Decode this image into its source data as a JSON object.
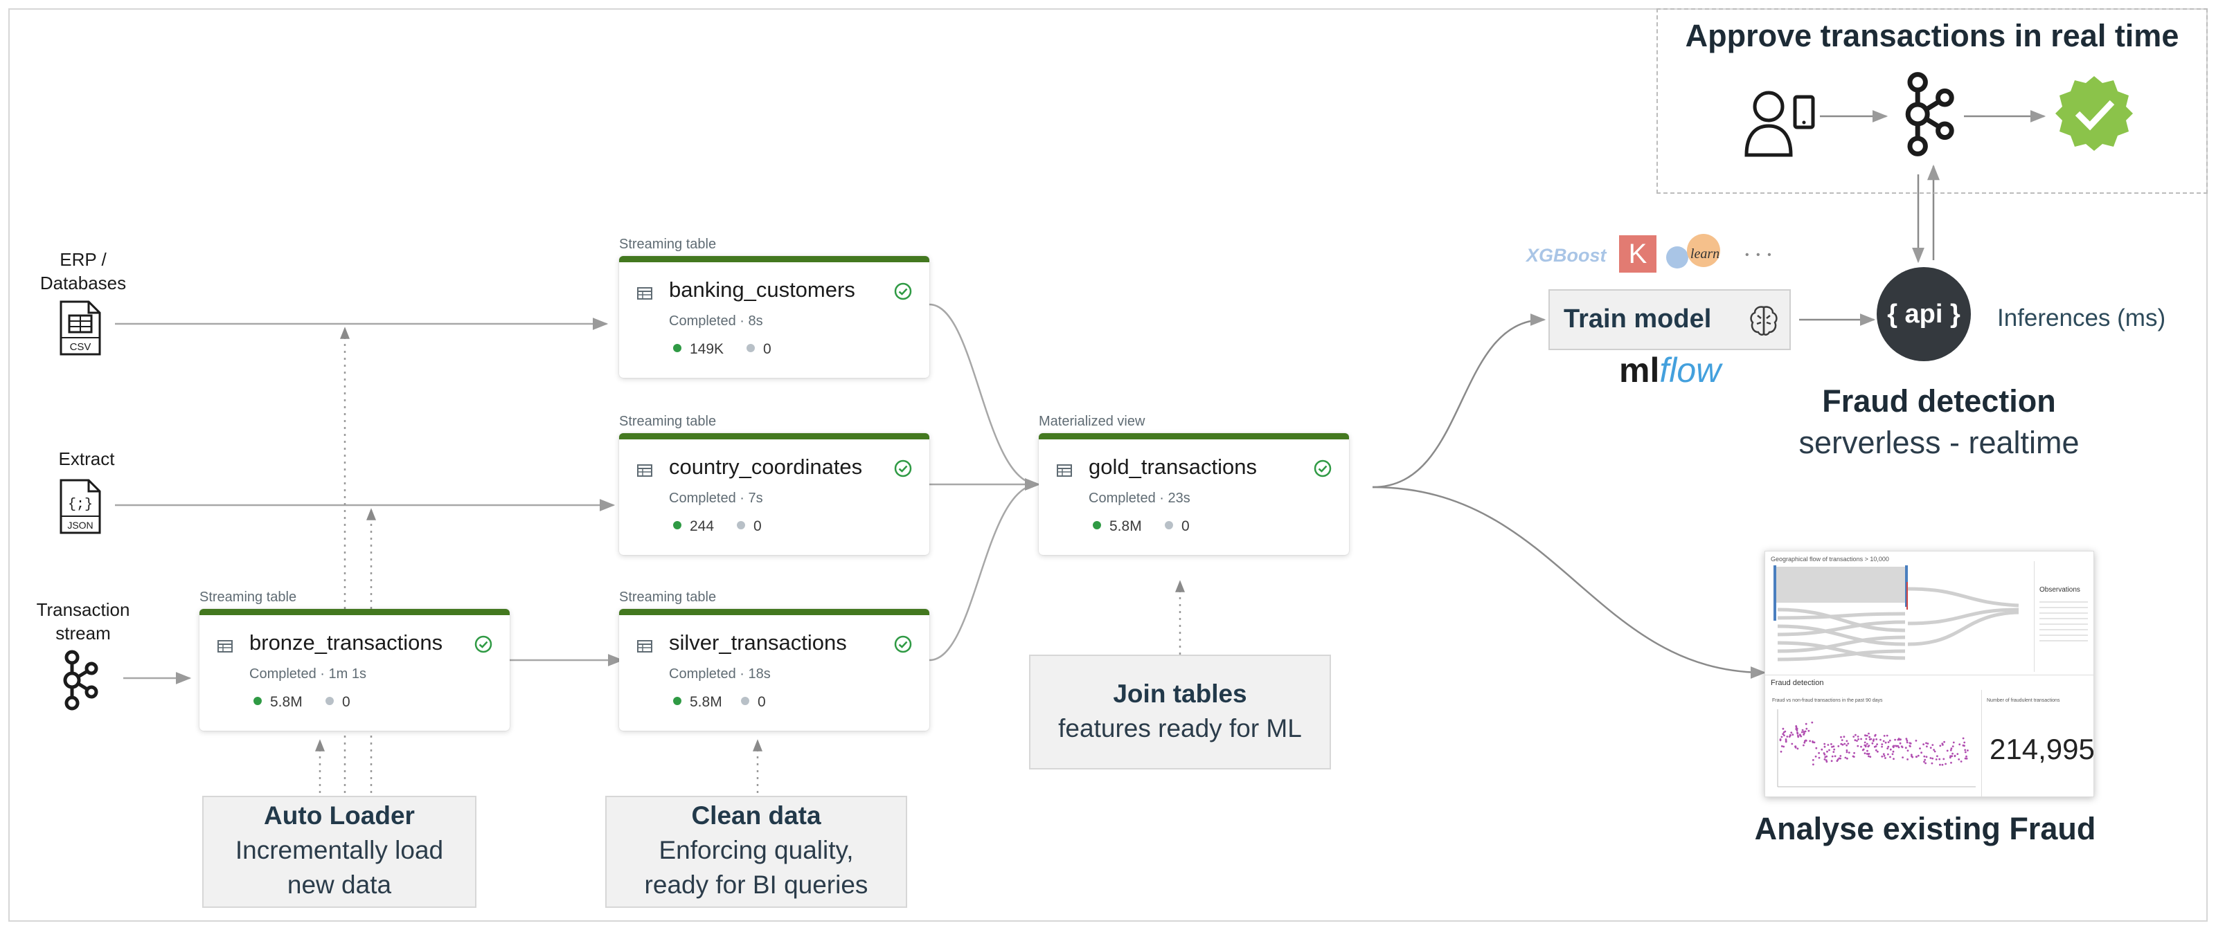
{
  "sources": {
    "erp": "ERP /\nDatabases",
    "csv_badge": "CSV",
    "extract": "Extract",
    "json_glyph": "{;}",
    "json_badge": "JSON",
    "stream": "Transaction\nstream"
  },
  "tables": [
    {
      "type": "Streaming table",
      "name": "banking_customers",
      "status": "Completed · 8s",
      "rows": "149K",
      "dropped": "0"
    },
    {
      "type": "Streaming table",
      "name": "country_coordinates",
      "status": "Completed · 7s",
      "rows": "244",
      "dropped": "0"
    },
    {
      "type": "Streaming table",
      "name": "silver_transactions",
      "status": "Completed · 18s",
      "rows": "5.8M",
      "dropped": "0"
    },
    {
      "type": "Streaming table",
      "name": "bronze_transactions",
      "status": "Completed · 1m 1s",
      "rows": "5.8M",
      "dropped": "0"
    },
    {
      "type": "Materialized view",
      "name": "gold_transactions",
      "status": "Completed · 23s",
      "rows": "5.8M",
      "dropped": "0"
    }
  ],
  "callouts": {
    "autoloader": {
      "title": "Auto Loader",
      "line1": "Incrementally load",
      "line2": "new data"
    },
    "clean": {
      "title": "Clean data",
      "line1": "Enforcing quality,",
      "line2": "ready for BI queries"
    },
    "join": {
      "title": "Join tables",
      "line1": "features ready for ML"
    }
  },
  "realtime": {
    "title": "Approve transactions in real time"
  },
  "ml": {
    "xgboost": "XGBoost",
    "keras": "K",
    "sklearn": "learn",
    "more": "• • •",
    "train_label": "Train model",
    "mlflow_ml": "ml",
    "mlflow_flow": "flow",
    "api": "{ api }",
    "inferences": "Inferences (ms)",
    "fraud_title": "Fraud detection",
    "fraud_sub": "serverless - realtime"
  },
  "dashboard": {
    "header": "Geographical flow of transactions > 10,000",
    "observations": "Observations",
    "section": "Fraud detection",
    "chart_title": "Fraud vs non-fraud transactions in the past 90 days",
    "kpi_label": "Number of fraudulent transactions",
    "kpi_value": "214,995",
    "analyse": "Analyse existing Fraud"
  },
  "colors": {
    "table_bar": "#43781f",
    "dark": "#1d2b36",
    "callout_bg": "#f1f1f1",
    "check": "#8bc34a"
  }
}
